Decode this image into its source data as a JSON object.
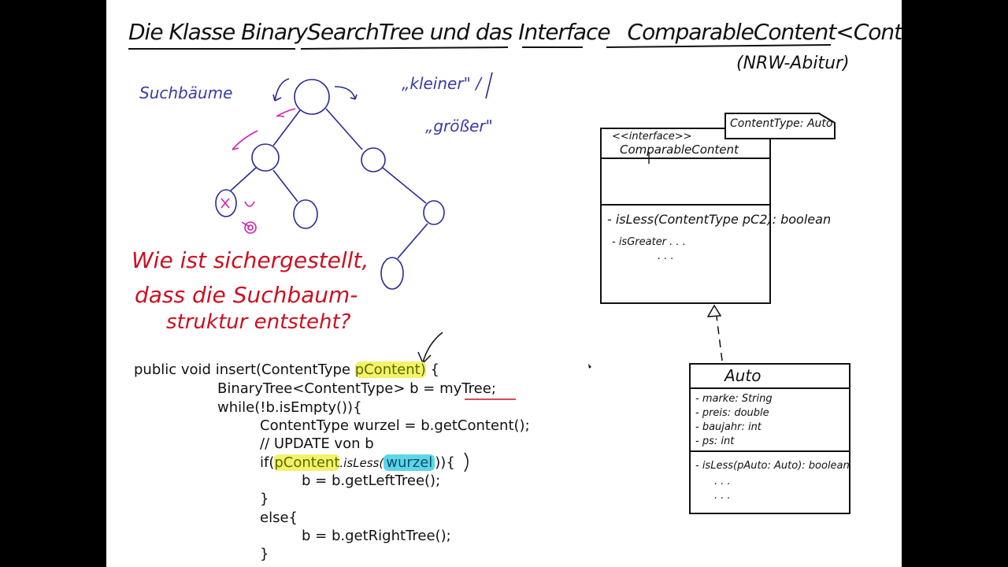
{
  "title": {
    "parts": [
      "Die Klasse",
      "BinarySearchTree",
      "und das",
      "Interface",
      "ComparableContent<ContentType>"
    ],
    "subtitle": "(NRW-Abitur)"
  },
  "notes": {
    "suchbaeume": "Suchbäume",
    "kleiner": "„kleiner\" /",
    "groesser": "„größer\"",
    "question_lines": [
      "Wie ist sichergestellt,",
      "dass die Suchbaum-",
      "struktur entsteht?"
    ]
  },
  "colors": {
    "blue_ink": "#3a3aa8",
    "red_ink": "#cc1020",
    "magenta_ink": "#d020b0",
    "highlight_yellow": "#f3f26a",
    "highlight_cyan": "#5cd6e8"
  },
  "code": {
    "line1_pre": "public void insert(ContentType ",
    "line1_hl": "pContent)",
    "line1_post": " {",
    "line2_pre": "BinaryTree<ContentType> b = ",
    "line2_ul": "myTree",
    "line2_post": ";",
    "line3": "while(!b.isEmpty()){",
    "line4": "ContentType wurzel = b.getContent();",
    "line5": "// UPDATE von b",
    "line6_pre": "if(",
    "line6_hl": "pContent",
    "line6_mid": ".isLess(",
    "line6_hl2": "wurzel",
    "line6_post": ")){",
    "line7": "b = b.getLeftTree();",
    "line8": "}",
    "line9": "else{",
    "line10": "b = b.getRightTree();",
    "line11": "}"
  },
  "uml_interface": {
    "stereotype": "<<interface>>",
    "name": "ComparableContent",
    "template": "ContentType: Auto",
    "methods": [
      "- isLess(ContentType pC2): boolean",
      "- isGreater . . .",
      ". . ."
    ]
  },
  "uml_class": {
    "name": "Auto",
    "attributes": [
      "- marke: String",
      "- preis: double",
      "- baujahr: int",
      "- ps: int"
    ],
    "methods": [
      "- isLess(pAuto: Auto): boolean",
      ". . .",
      ". . ."
    ]
  }
}
